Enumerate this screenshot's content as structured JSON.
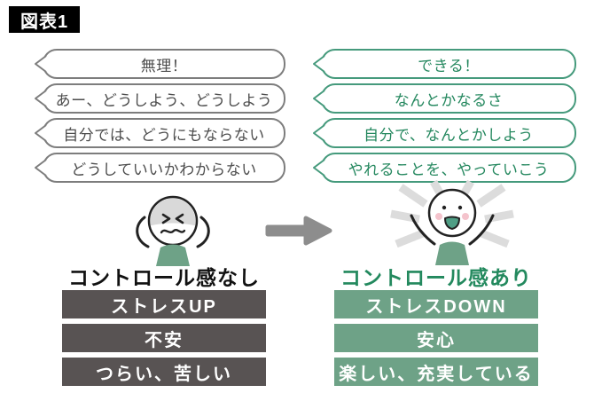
{
  "figure_label": "図表1",
  "left_panel": {
    "bubbles": [
      "無理！",
      "あー、どうしよう、どうしよう",
      "自分では、どうにもならない",
      "どうしていいかわからない"
    ],
    "caption": "コントロール感なし",
    "boxes": [
      "ストレスUP",
      "不安",
      "つらい、苦しい"
    ]
  },
  "right_panel": {
    "bubbles": [
      "できる！",
      "なんとかなるさ",
      "自分で、なんとかしよう",
      "やれることを、やっていこう"
    ],
    "caption": "コントロール感あり",
    "boxes": [
      "ストレスDOWN",
      "安心",
      "楽しい、充実している"
    ]
  },
  "icons": {
    "left_character": "stressed-person-icon",
    "right_character": "happy-person-cheering-icon",
    "arrow": "right-arrow-icon"
  },
  "colors": {
    "green_accent": "#25885f",
    "green_bubble_stroke": "#459a7c",
    "sage_green_fill": "#6ea287",
    "dark_gray_box": "#585353",
    "gray_bubble_stroke": "#7d7d7d",
    "gray_bubble_text": "#4d4d4d",
    "arrow_gray": "#8d8d8d",
    "ray_gray": "#dcdcdc",
    "hair_gray": "#d9d9d9",
    "cheek_pink": "#f4c3cc",
    "mouth_green": "#4f9e85",
    "badge_bg": "#000000"
  }
}
